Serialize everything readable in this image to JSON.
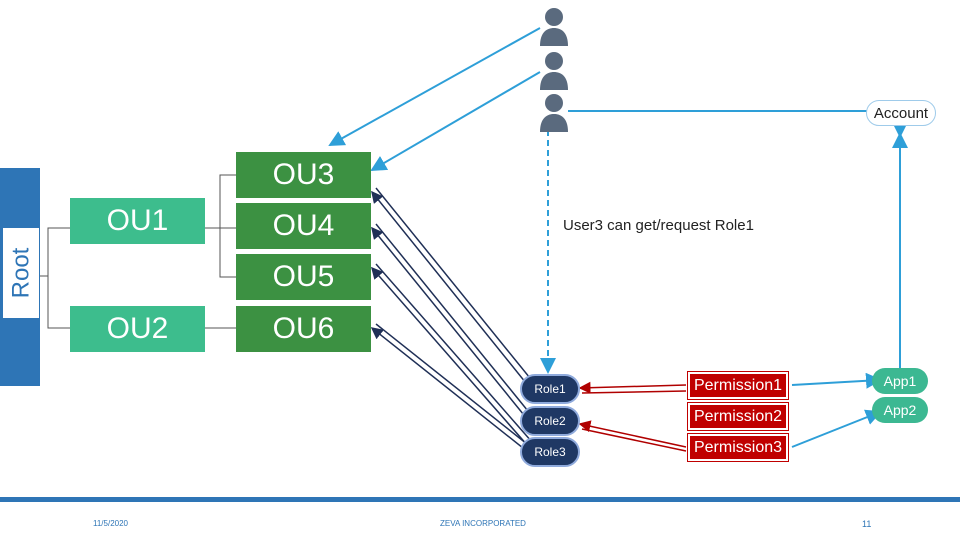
{
  "root_label": "Root",
  "ous": [
    {
      "id": "ou1",
      "label": "OU1"
    },
    {
      "id": "ou2",
      "label": "OU2"
    },
    {
      "id": "ou3",
      "label": "OU3"
    },
    {
      "id": "ou4",
      "label": "OU4"
    },
    {
      "id": "ou5",
      "label": "OU5"
    },
    {
      "id": "ou6",
      "label": "OU6"
    }
  ],
  "account_label": "Account",
  "note": "User3 can get/request Role1",
  "roles": [
    "Role1",
    "Role2",
    "Role3"
  ],
  "permissions": [
    "Permission1",
    "Permission2",
    "Permission3"
  ],
  "apps": [
    "App1",
    "App2"
  ],
  "footer": {
    "date": "11/5/2020",
    "company": "ZEVA INCORPORATED",
    "page": "11"
  },
  "icons": {
    "user": "user-icon"
  },
  "colors": {
    "primary_blue": "#2e75b6",
    "ou_light": "#3dbd8d",
    "ou_dark": "#3c9142",
    "role": "#1f3864",
    "permission": "#c00000",
    "app": "#3cb892"
  }
}
